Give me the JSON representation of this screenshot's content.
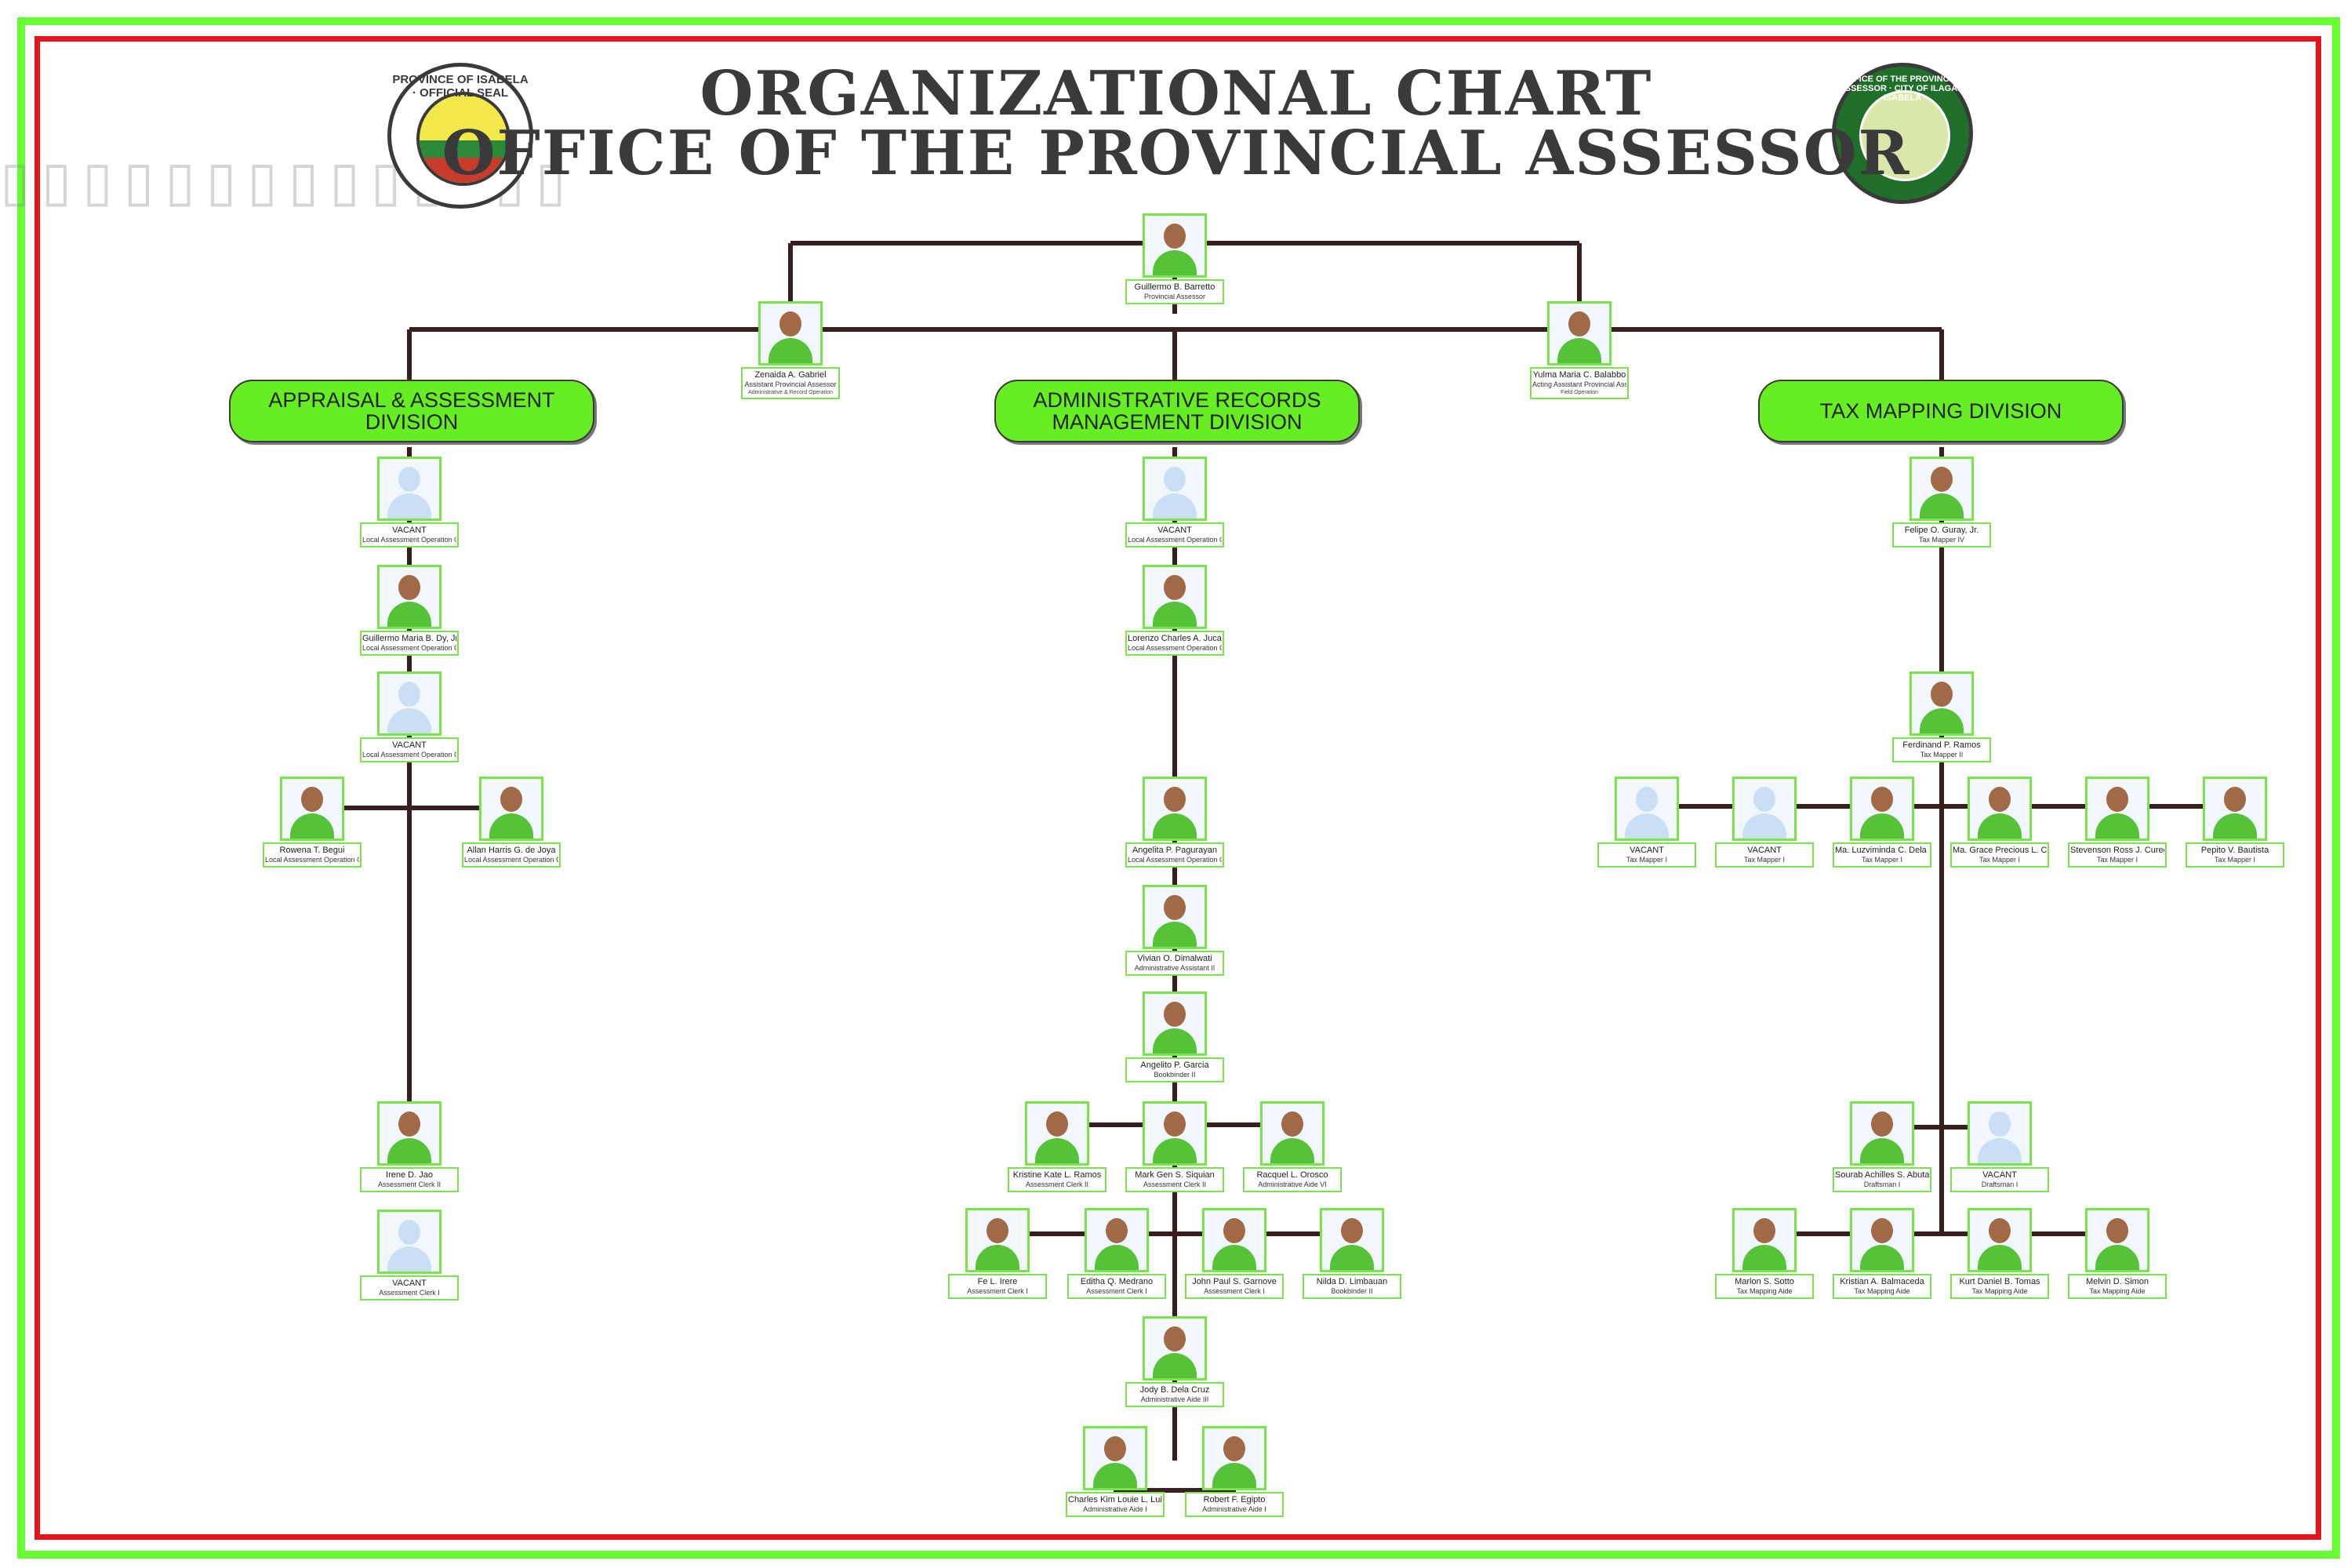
{
  "title_line1": "ORGANIZATIONAL CHART",
  "title_line2": "OFFICE OF THE PROVINCIAL ASSESSOR",
  "seal_left_text": "PROVINCE OF ISABELA · OFFICIAL SEAL",
  "seal_right_text": "OFFICE OF THE PROVINCIAL ASSESSOR · CITY OF ILAGAN, ISABELA",
  "divisions": {
    "appraisal": [
      "APPRAISAL & ASSESSMENT",
      "DIVISION"
    ],
    "records": [
      "ADMINISTRATIVE RECORDS",
      "MANAGEMENT DIVISION"
    ],
    "mapping": [
      "TAX MAPPING DIVISION"
    ]
  },
  "people": {
    "head": {
      "name": "Guillermo B. Barretto",
      "position": "Provincial Assessor",
      "sub": "",
      "vacant": false
    },
    "asst": {
      "name": "Zenaida A. Gabriel",
      "position": "Assistant Provincial Assessor",
      "sub": "Administrative & Record Operation",
      "vacant": false
    },
    "acting": {
      "name": "Yulma Maria C. Balabbo",
      "position": "Acting Assistant Provincial Assessor",
      "sub": "Field Operation",
      "vacant": false
    },
    "a1": {
      "name": "VACANT",
      "position": "Local Assessment Operation Officer IV",
      "sub": "",
      "vacant": true
    },
    "a2": {
      "name": "Guillermo Maria B. Dy, Jr.",
      "position": "Local Assessment Operation Officer III",
      "sub": "",
      "vacant": false
    },
    "a3": {
      "name": "VACANT",
      "position": "Local Assessment Operation Officer II",
      "sub": "",
      "vacant": true
    },
    "a4": {
      "name": "Rowena T. Begui",
      "position": "Local Assessment Operation Officer I",
      "sub": "",
      "vacant": false
    },
    "a5": {
      "name": "Allan Harris G. de Joya",
      "position": "Local Assessment Operation Officer I",
      "sub": "",
      "vacant": false
    },
    "a6": {
      "name": "Irene D. Jao",
      "position": "Assessment Clerk II",
      "sub": "",
      "vacant": false
    },
    "a7": {
      "name": "VACANT",
      "position": "Assessment Clerk I",
      "sub": "",
      "vacant": true
    },
    "r1": {
      "name": "VACANT",
      "position": "Local Assessment Operation Officer IV",
      "sub": "",
      "vacant": true
    },
    "r2": {
      "name": "Lorenzo Charles A. Jucar",
      "position": "Local Assessment Operation Officer II",
      "sub": "",
      "vacant": false
    },
    "r3": {
      "name": "Angelita P. Pagurayan",
      "position": "Local Assessment Operation Officer I",
      "sub": "",
      "vacant": false
    },
    "r4": {
      "name": "Vivian O. Dimalwati",
      "position": "Administrative Assistant II",
      "sub": "",
      "vacant": false
    },
    "r5": {
      "name": "Angelito P. Garcia",
      "position": "Bookbinder II",
      "sub": "",
      "vacant": false
    },
    "r6": {
      "name": "Kristine Kate L. Ramos",
      "position": "Assessment Clerk II",
      "sub": "",
      "vacant": false
    },
    "r7": {
      "name": "Mark Gen S. Siquian",
      "position": "Assessment Clerk II",
      "sub": "",
      "vacant": false
    },
    "r8": {
      "name": "Racquel L. Orosco",
      "position": "Administrative Aide VI",
      "sub": "",
      "vacant": false
    },
    "r9": {
      "name": "Fe L. Irere",
      "position": "Assessment Clerk I",
      "sub": "",
      "vacant": false
    },
    "r10": {
      "name": "Editha Q. Medrano",
      "position": "Assessment Clerk I",
      "sub": "",
      "vacant": false
    },
    "r11": {
      "name": "John Paul S. Garnove",
      "position": "Assessment Clerk I",
      "sub": "",
      "vacant": false
    },
    "r12": {
      "name": "Nilda D. Limbauan",
      "position": "Bookbinder II",
      "sub": "",
      "vacant": false
    },
    "r13": {
      "name": "Jody B. Dela Cruz",
      "position": "Administrative Aide III",
      "sub": "",
      "vacant": false
    },
    "r14": {
      "name": "Charles Kim Louie L. Luis",
      "position": "Administrative Aide I",
      "sub": "",
      "vacant": false
    },
    "r15": {
      "name": "Robert F. Egipto",
      "position": "Administrative Aide I",
      "sub": "",
      "vacant": false
    },
    "m1": {
      "name": "Felipe O. Guray, Jr.",
      "position": "Tax Mapper IV",
      "sub": "",
      "vacant": false
    },
    "m2": {
      "name": "Ferdinand P. Ramos",
      "position": "Tax Mapper II",
      "sub": "",
      "vacant": false
    },
    "m3": {
      "name": "VACANT",
      "position": "Tax Mapper I",
      "sub": "",
      "vacant": true
    },
    "m4": {
      "name": "VACANT",
      "position": "Tax Mapper I",
      "sub": "",
      "vacant": true
    },
    "m5": {
      "name": "Ma. Luzviminda C. Dela Cruz",
      "position": "Tax Mapper I",
      "sub": "",
      "vacant": false
    },
    "m6": {
      "name": "Ma. Grace Precious L. Cubbig",
      "position": "Tax Mapper I",
      "sub": "",
      "vacant": false
    },
    "m7": {
      "name": "Stevenson Ross J. Cureg",
      "position": "Tax Mapper I",
      "sub": "",
      "vacant": false
    },
    "m8": {
      "name": "Pepito V. Bautista",
      "position": "Tax Mapper I",
      "sub": "",
      "vacant": false
    },
    "m9": {
      "name": "Sourab Achilles S. Abutazil",
      "position": "Draftsman I",
      "sub": "",
      "vacant": false
    },
    "m10": {
      "name": "VACANT",
      "position": "Draftsman I",
      "sub": "",
      "vacant": true
    },
    "m11": {
      "name": "Marlon S. Sotto",
      "position": "Tax Mapping Aide",
      "sub": "",
      "vacant": false
    },
    "m12": {
      "name": "Kristian A. Balmaceda",
      "position": "Tax Mapping Aide",
      "sub": "",
      "vacant": false
    },
    "m13": {
      "name": "Kurt Daniel B. Tomas",
      "position": "Tax Mapping Aide",
      "sub": "",
      "vacant": false
    },
    "m14": {
      "name": "Melvin D. Simon",
      "position": "Tax Mapping Aide",
      "sub": "",
      "vacant": false
    }
  },
  "colors": {
    "frame_outer": "#66ff33",
    "frame_inner": "#e8141c",
    "division_fill": "#66ee22",
    "line": "#3a1f1f",
    "photo_border": "#79e34b"
  }
}
